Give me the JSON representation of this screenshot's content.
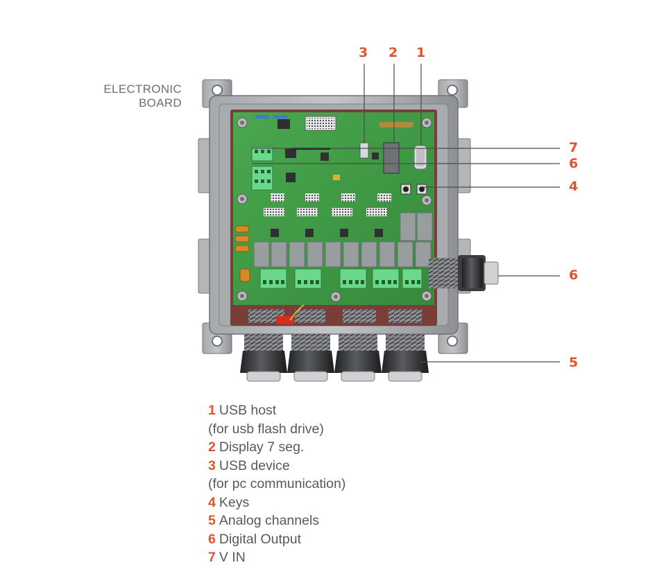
{
  "board_title": {
    "line1": "ELECTRONIC",
    "line2": "BOARD"
  },
  "callouts": [
    {
      "id": "c3",
      "number": "3"
    },
    {
      "id": "c2",
      "number": "2"
    },
    {
      "id": "c1",
      "number": "1"
    },
    {
      "id": "c7",
      "number": "7"
    },
    {
      "id": "c6a",
      "number": "6"
    },
    {
      "id": "c4",
      "number": "4"
    },
    {
      "id": "c6b",
      "number": "6"
    },
    {
      "id": "c5",
      "number": "5"
    }
  ],
  "legend": [
    {
      "number": "1",
      "text": "USB host"
    },
    {
      "number": "",
      "text": "(for usb flash drive)"
    },
    {
      "number": "2",
      "text": "Display 7 seg."
    },
    {
      "number": "3",
      "text": "USB device"
    },
    {
      "number": "",
      "text": "(for pc communication)"
    },
    {
      "number": "4",
      "text": "Keys"
    },
    {
      "number": "5",
      "text": "Analog channels"
    },
    {
      "number": "6",
      "text": "Digital Output"
    },
    {
      "number": "7",
      "text": "V IN"
    }
  ],
  "colors": {
    "accent": "#e0542d",
    "text": "#58595b",
    "enclosure": "#8f9396",
    "pcb": "#3f9a45",
    "board_frame": "#7a3d37",
    "terminal": "#6cd98a",
    "gland": "#2f3133"
  }
}
